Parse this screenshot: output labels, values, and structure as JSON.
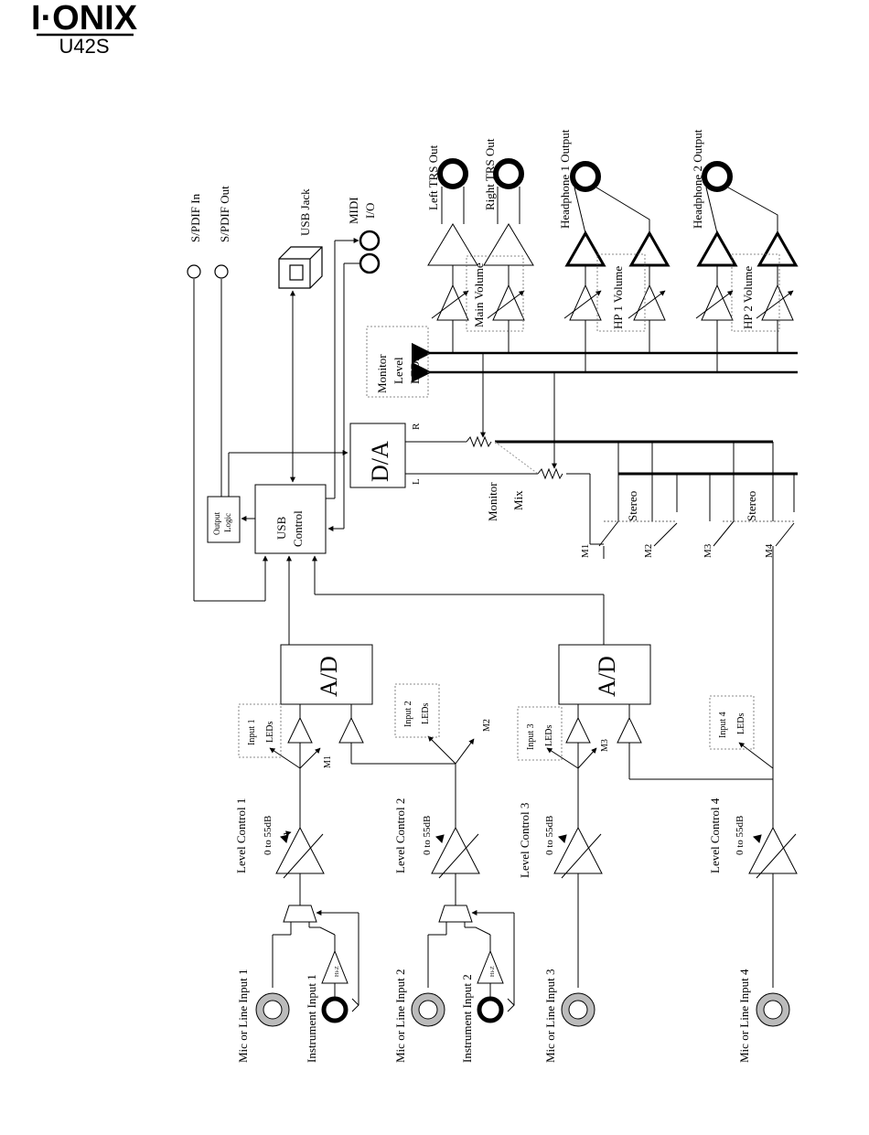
{
  "logo": {
    "brand": "I·ONIX",
    "model": "U42S"
  },
  "labels": {
    "spdif_in": "S/PDIF In",
    "spdif_out": "S/PDIF Out",
    "usb_jack": "USB Jack",
    "midi": "MIDI",
    "midi_io": "I/O",
    "left_trs": "Left TRS Out",
    "right_trs": "Right TRS Out",
    "hp1_out": "Headphone 1 Output",
    "hp2_out": "Headphone 2 Output",
    "main_volume": "Main Volume",
    "hp1_volume": "HP 1 Volume",
    "hp2_volume": "HP 2 Volume",
    "monitor_leds_1": "Monitor",
    "monitor_leds_2": "Level",
    "monitor_leds_3": "LEDs",
    "da": "D/A",
    "da_r": "R",
    "da_l": "L",
    "monitor": "Monitor",
    "mix": "Mix",
    "usb_control_1": "USB",
    "usb_control_2": "Control",
    "output_logic_1": "Output",
    "output_logic_2": "Logic",
    "stereo": "Stereo",
    "m1": "M1",
    "m2": "M2",
    "m3": "M3",
    "m4": "M4",
    "ad": "A/D",
    "input1_leds_1": "Input 1",
    "input2_leds_1": "Input 2",
    "input3_leds_1": "Input 3",
    "input4_leds_1": "Input 4",
    "leds": "LEDs",
    "level_control_1": "Level Control 1",
    "level_control_2": "Level Control 2",
    "level_control_3": "Level Control 3",
    "level_control_4": "Level Control 4",
    "gain_range": "0 to 55dB",
    "mic_line_1": "Mic or Line Input 1",
    "mic_line_2": "Mic or Line Input 2",
    "mic_line_3": "Mic or Line Input 3",
    "mic_line_4": "Mic or Line Input 4",
    "instrument_1": "Instrument Input 1",
    "instrument_2": "Instrument Input 2",
    "hiz": "Hi-Z"
  }
}
